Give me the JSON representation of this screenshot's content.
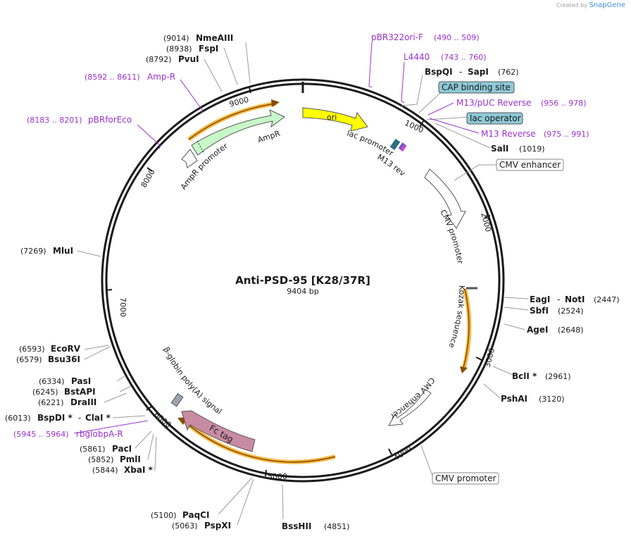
{
  "brand": {
    "created_by": "Created by",
    "name": "SnapGene"
  },
  "plasmid": {
    "name": "Anti-PSD-95 [K28/37R]",
    "length": "9404 bp"
  },
  "ticks": [
    "1000",
    "2000",
    "3000",
    "4000",
    "5000",
    "6000",
    "7000",
    "8000",
    "9000"
  ],
  "features": {
    "ori": "ori",
    "lac_promoter": "lac promoter",
    "m13_rev": "M13 rev",
    "cmv_promoter_1": "CMV promoter",
    "kozak": "Kozak sequence",
    "cmv_enhancer_2": "CMV enhancer",
    "fc_tag": "Fc tag",
    "beta_globin": "β-globin poly(A) signal",
    "ampr": "AmpR",
    "ampr_promoter": "AmpR promoter"
  },
  "callouts": {
    "cap_binding_site": "CAP binding site",
    "lac_operator": "lac operator",
    "cmv_enhancer_1": "CMV enhancer",
    "cmv_promoter_2": "CMV promoter"
  },
  "primers": [
    {
      "name": "pBR322ori-F",
      "range": "(490 .. 509)"
    },
    {
      "name": "L4440",
      "range": "(743 .. 760)"
    },
    {
      "name": "M13/pUC Reverse",
      "range": "(956 .. 978)"
    },
    {
      "name": "M13 Reverse",
      "range": "(975 .. 991)"
    },
    {
      "name": "Amp-R",
      "range": "(8592 .. 8611)"
    },
    {
      "name": "pBRforEco",
      "range": "(8183 .. 8201)"
    },
    {
      "name": "rbglobpA-R",
      "range": "(5945 .. 5964)"
    }
  ],
  "sites": [
    {
      "pos": "(9014)",
      "name": "NmeAIII"
    },
    {
      "pos": "(8938)",
      "name": "FspI"
    },
    {
      "pos": "(8792)",
      "name": "PvuI"
    },
    {
      "name": "BspQI",
      "name2": "SapI",
      "pos": "(762)"
    },
    {
      "name": "SalI",
      "pos": "(1019)"
    },
    {
      "name": "EagI",
      "name2": "NotI",
      "pos": "(2447)"
    },
    {
      "name": "SbfI",
      "pos": "(2524)"
    },
    {
      "name": "AgeI",
      "pos": "(2648)"
    },
    {
      "name": "BclI *",
      "pos": "(2961)"
    },
    {
      "name": "PshAI",
      "pos": "(3120)"
    },
    {
      "name": "BssHII",
      "pos": "(4851)"
    },
    {
      "pos": "(5100)",
      "name": "PaqCI"
    },
    {
      "pos": "(5063)",
      "name": "PspXI"
    },
    {
      "pos": "(5861)",
      "name": "PacI"
    },
    {
      "pos": "(5852)",
      "name": "PmlI"
    },
    {
      "pos": "(5844)",
      "name": "XbaI *"
    },
    {
      "pos": "(6013)",
      "name": "BspDI *",
      "name2": "ClaI *"
    },
    {
      "pos": "(6221)",
      "name": "DraIII"
    },
    {
      "pos": "(6245)",
      "name": "BstAPI"
    },
    {
      "pos": "(6334)",
      "name": "PasI"
    },
    {
      "pos": "(6579)",
      "name": "Bsu36I"
    },
    {
      "pos": "(6593)",
      "name": "EcoRV"
    },
    {
      "pos": "(7269)",
      "name": "MluI"
    }
  ],
  "colors": {
    "primer": "#9b30d0",
    "backbone": "#1a1a1a",
    "ori": "#ffff00",
    "ampr": "#c8f7c8",
    "fc_tag": "#c98ba1",
    "highlight": "#f5b942",
    "callout_fill": "#8ec9d6"
  }
}
